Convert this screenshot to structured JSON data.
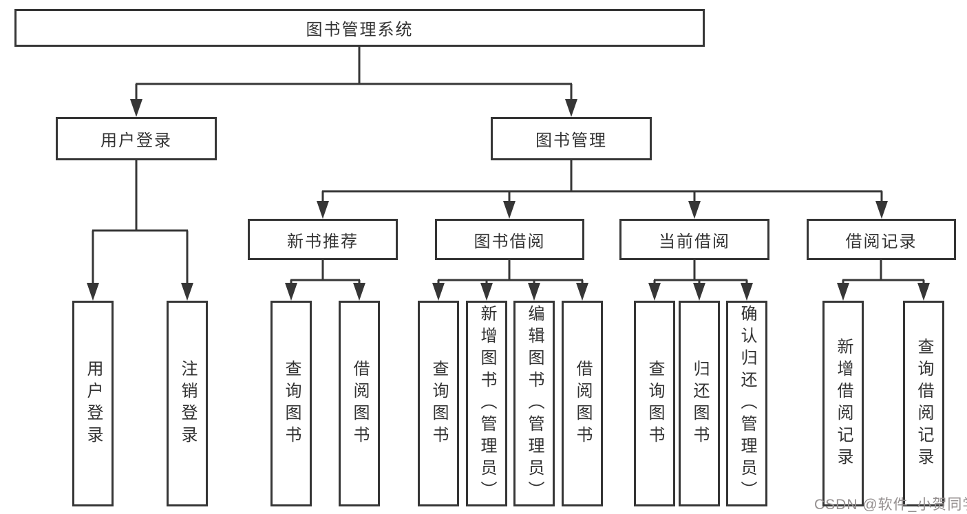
{
  "diagram": {
    "root": "图书管理系统",
    "branches": [
      {
        "label": "用户登录",
        "children": [
          "用户登录",
          "注销登录"
        ]
      },
      {
        "label": "图书管理",
        "sections": [
          {
            "label": "新书推荐",
            "children": [
              "查询图书",
              "借阅图书"
            ]
          },
          {
            "label": "图书借阅",
            "children": [
              "查询图书",
              "新增图书（管理员）",
              "编辑图书（管理员）",
              "借阅图书"
            ]
          },
          {
            "label": "当前借阅",
            "children": [
              "查询图书",
              "归还图书",
              "确认归还（管理员）"
            ]
          },
          {
            "label": "借阅记录",
            "children": [
              "新增借阅记录",
              "查询借阅记录"
            ]
          }
        ]
      }
    ]
  },
  "watermark": {
    "text": "CSDN @软件_小贺同学"
  },
  "colors": {
    "line": "#363636",
    "text": "#333333",
    "watermark": "#948f8f",
    "background": "#ffffff"
  }
}
